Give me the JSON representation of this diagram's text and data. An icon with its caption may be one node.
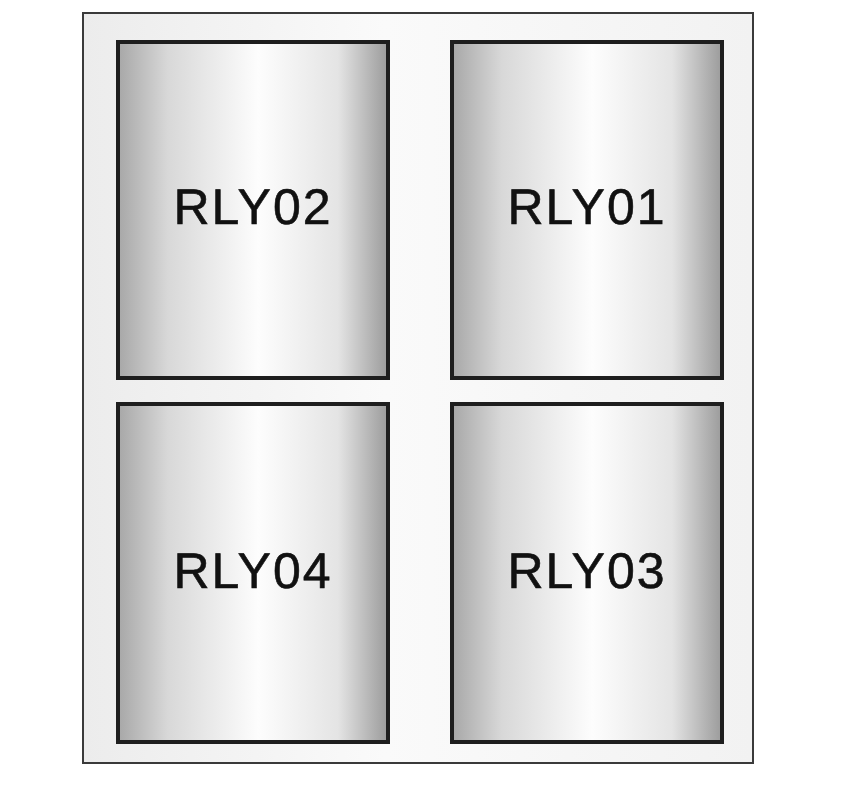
{
  "diagram": {
    "nodes": [
      {
        "text": [],
        "shape": "box"
      },
      {
        "text": [
          "RLY02"
        ],
        "in": 0
      },
      {
        "text": [
          "RLY01"
        ],
        "in": 0
      },
      {
        "text": [
          "RLY04"
        ],
        "in": 0
      },
      {
        "text": [
          "RLY03"
        ],
        "in": 0
      }
    ]
  }
}
